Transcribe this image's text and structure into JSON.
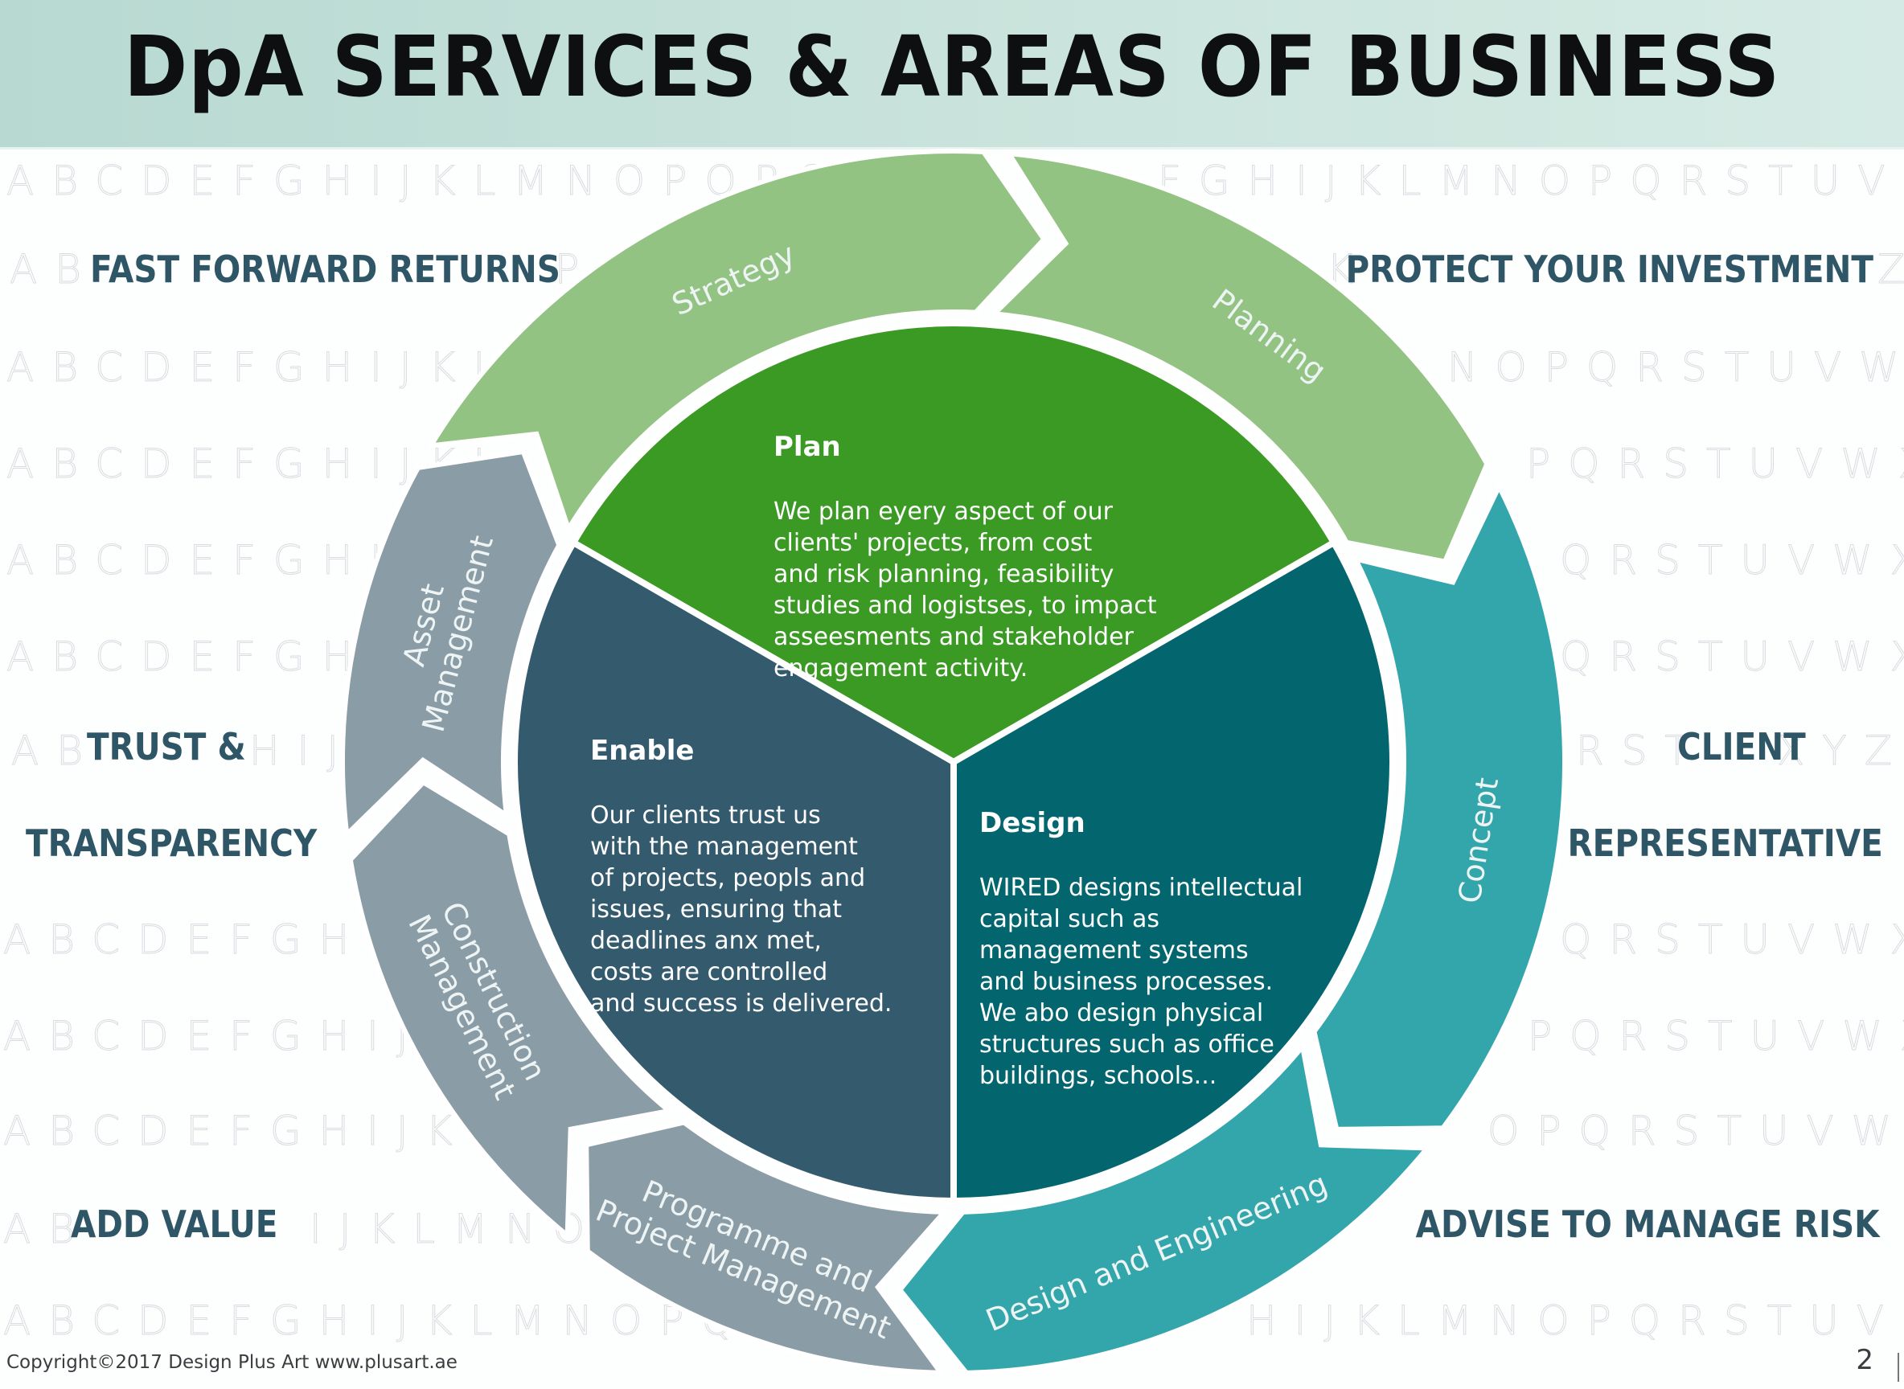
{
  "title": "DpA SERVICES & AREAS OF BUSINESS",
  "colors": {
    "title_bar": "#c4e0d8",
    "tagline_text": "#2f5666",
    "plan": "#3a9a23",
    "enable": "#335a6d",
    "design": "#03666e",
    "ring_green": "#93c383",
    "ring_teal": "#33a6ab",
    "ring_grey": "#8a9ca6"
  },
  "taglines": {
    "top_left": "FAST FORWARD RETURNS",
    "top_right": "PROTECT YOUR INVESTMENT",
    "mid_left_1": "TRUST  &",
    "mid_left_2": "TRANSPARENCY",
    "mid_right_1": "CLIENT",
    "mid_right_2": "REPRESENTATIVE",
    "bottom_left": "ADD VALUE",
    "bottom_right": "ADVISE TO MANAGE RISK"
  },
  "core": {
    "plan": {
      "heading": "Plan",
      "body": "We plan eyery aspect of our\nclients' projects, from cost\nand risk planning, feasibility\nstudies and logistses, to impact\nasseesments and stakeholder\nengagement activity."
    },
    "enable": {
      "heading": "Enable",
      "body": "Our clients trust us\nwith the management\nof projects, peopls and\nissues, ensuring that\ndeadlines anx met,\ncosts are controlled\nand success is delivered."
    },
    "design": {
      "heading": "Design",
      "body": "WIRED designs intellectual\ncapital such as\nmanagement systems\nand business processes.\nWe abo design physical\nstructures such as office\nbuildings, schools..."
    }
  },
  "ring_segments": [
    {
      "label": "Strategy",
      "group": "plan"
    },
    {
      "label": "Planning",
      "group": "plan"
    },
    {
      "label": "Concept",
      "group": "design"
    },
    {
      "label": "Design and Engineering",
      "group": "design"
    },
    {
      "label": "Programme and|Project Management",
      "group": "enable"
    },
    {
      "label": "Construction|Management",
      "group": "enable"
    },
    {
      "label": "Asset|Management",
      "group": "enable"
    }
  ],
  "background_letters": [
    "ABCDEFGHIJKLMNOPQRSTUV",
    "FGHIJKLMNOPQRSTUVWXYZ",
    "AB",
    "P",
    "K",
    "Z",
    "ABCDEFGHIJKLM",
    "NOPQRSTUVWXYZ",
    "ABCDEFGHIJKL",
    "PQRSTUVWXYZ",
    "ABCDEFGHIJK",
    "QRSTUVWXYZ",
    "ABCDEFGHIJ",
    "QRSTUVWXYZ",
    "AB",
    "HIJ",
    "RST",
    "XYZ",
    "ABCDEFGHIJ",
    "QRSTUVWXYZ",
    "ABCDEFGHIJKL",
    "PQRSTUVWXY",
    "ABCDEFGHIJKLM",
    "OPQRSTUVWXY",
    "AB",
    "IJKLMNO",
    "ABCDEFGHIJKLMNOPQR",
    "HIJKLMNOPQRSTUVWXY"
  ],
  "footer": {
    "copyright": "Copyright©2017  Design Plus Art www.plusart.ae",
    "page_number": "2"
  }
}
